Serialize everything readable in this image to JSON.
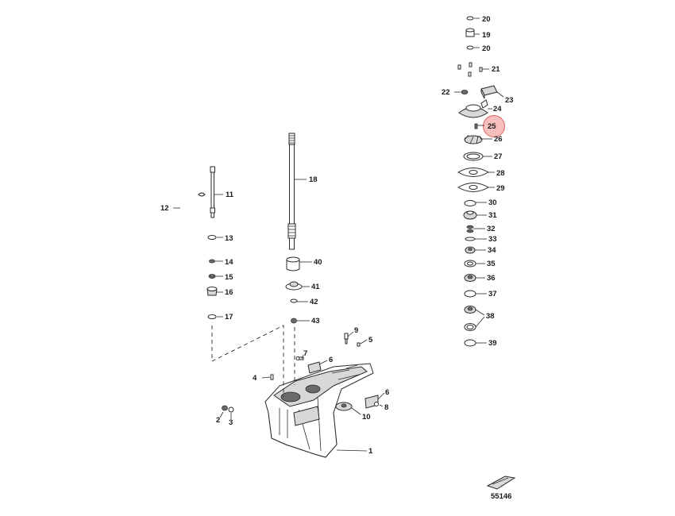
{
  "diagram_id": "55146",
  "highlight": {
    "label": "25",
    "color": "#f28b8b"
  },
  "labels": {
    "p1": "1",
    "p2": "2",
    "p3": "3",
    "p4": "4",
    "p5": "5",
    "p6a": "6",
    "p6b": "6",
    "p7": "7",
    "p8": "8",
    "p9": "9",
    "p10": "10",
    "p11": "11",
    "p12": "12",
    "p13": "13",
    "p14": "14",
    "p15": "15",
    "p16": "16",
    "p17": "17",
    "p18": "18",
    "p19": "19",
    "p20a": "20",
    "p20b": "20",
    "p21": "21",
    "p22": "22",
    "p23": "23",
    "p24": "24",
    "p25": "25",
    "p26": "26",
    "p27": "27",
    "p28": "28",
    "p29": "29",
    "p30": "30",
    "p31": "31",
    "p32": "32",
    "p33": "33",
    "p34": "34",
    "p35": "35",
    "p36": "36",
    "p37": "37",
    "p38": "38",
    "p39": "39",
    "p40": "40",
    "p41": "41",
    "p42": "42",
    "p43": "43"
  }
}
